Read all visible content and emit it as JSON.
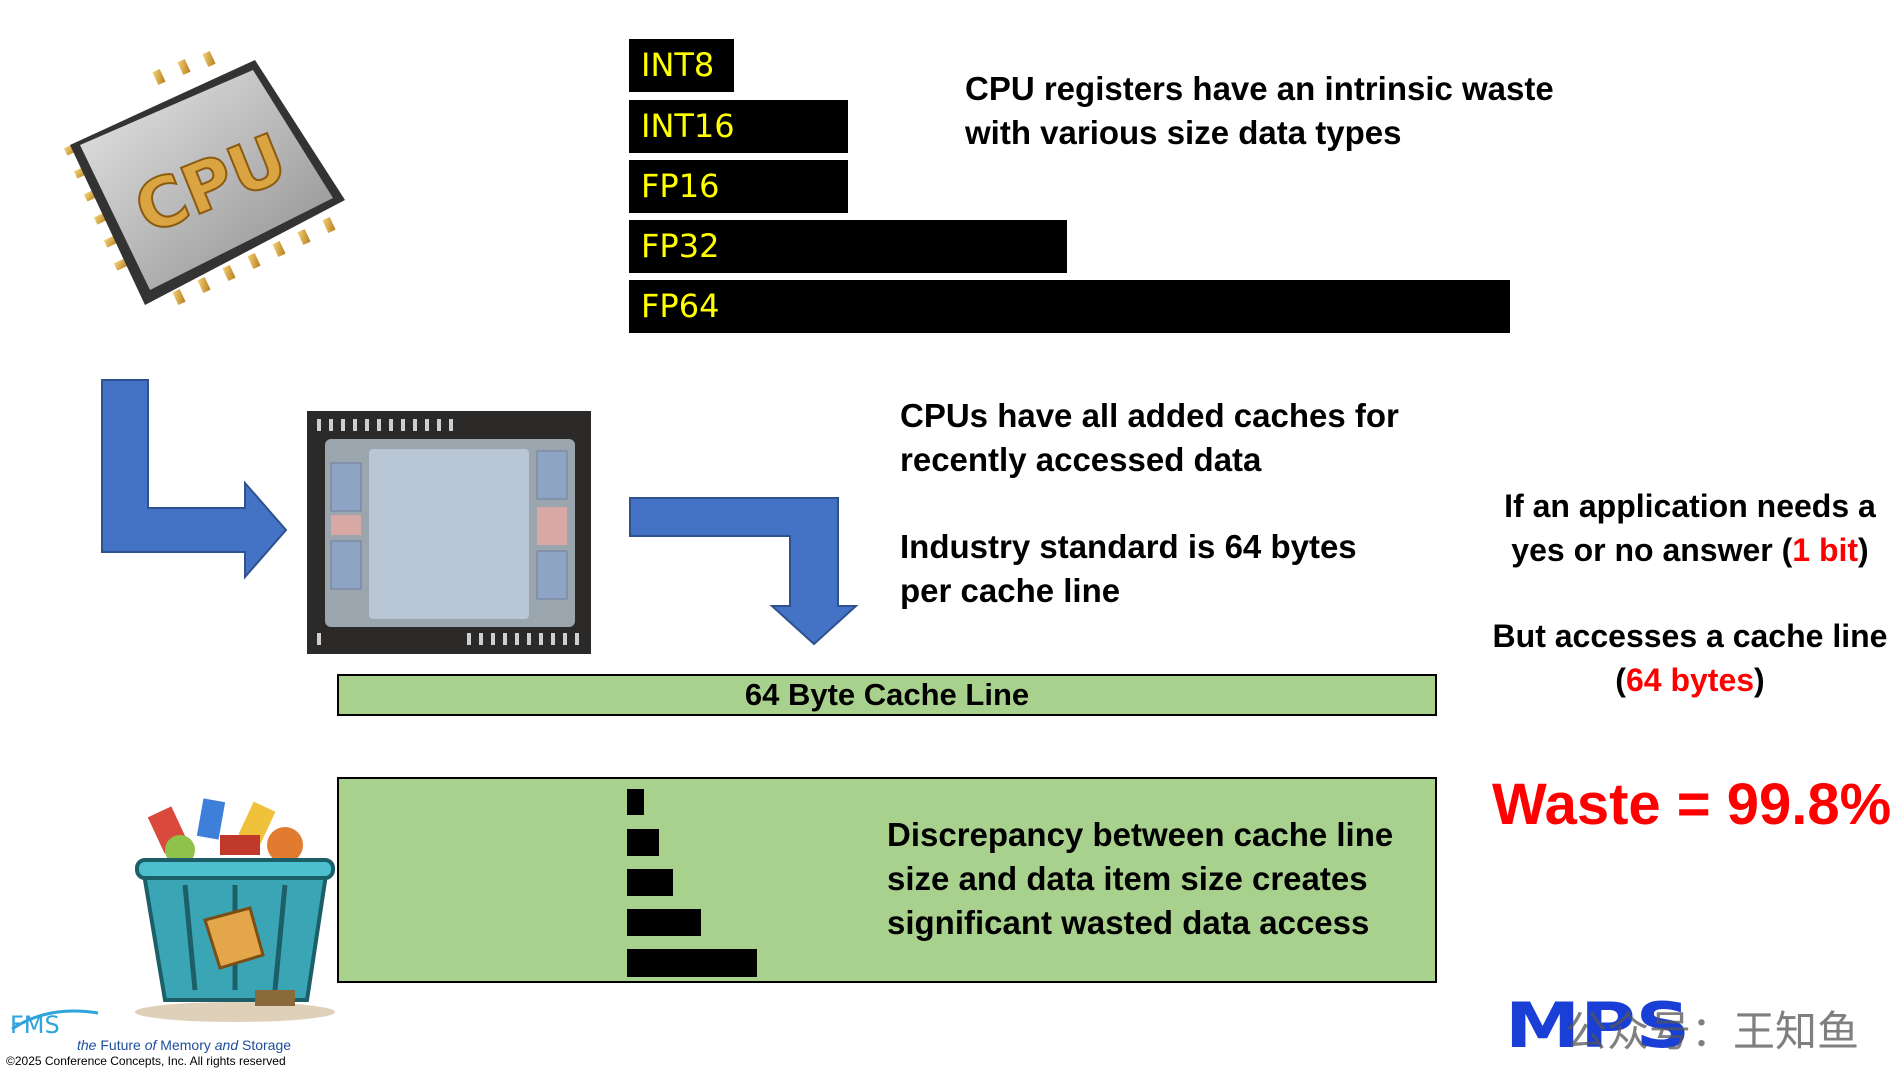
{
  "colors": {
    "bar": "#000000",
    "bar_label": "#ffff00",
    "cache_green": "#a9d18e",
    "arrow_blue": "#4472c4",
    "highlight_red": "#ff0000"
  },
  "data_types": [
    {
      "label": "INT8"
    },
    {
      "label": "INT16"
    },
    {
      "label": "FP16"
    },
    {
      "label": "FP32"
    },
    {
      "label": "FP64"
    }
  ],
  "text": {
    "registers_line1": "CPU registers have an intrinsic waste",
    "registers_line2": "with various size data types",
    "caches_line1": "CPUs have all added caches for",
    "caches_line2": "recently accessed data",
    "standard_line1": "Industry standard is 64 bytes",
    "standard_line2": "per cache line",
    "cache_line_label": "64 Byte Cache Line",
    "discrepancy_line1": "Discrepancy between cache line",
    "discrepancy_line2": "size and data item size creates",
    "discrepancy_line3": "significant wasted data access",
    "app_line1": "If an application needs a",
    "app_line2_pre": "yes or no answer (",
    "app_line2_red": "1 bit",
    "app_line2_post": ")",
    "access_line1": "But accesses a cache line",
    "access_line2_pre": "(",
    "access_line2_red": "64 bytes",
    "access_line2_post": ")",
    "waste": "Waste = 99.8%"
  },
  "images": {
    "cpu_chip_label": "CPU"
  },
  "footer": {
    "fms_logo": "FMS",
    "fms_tagline_a": "the ",
    "fms_tagline_b": "Future",
    "fms_tagline_c": " of ",
    "fms_tagline_d": "Memory",
    "fms_tagline_e": " and ",
    "fms_tagline_f": "Storage",
    "copyright": "©2025 Conference Concepts, Inc.  All rights reserved",
    "sponsor_logo": "MPS",
    "watermark": "公众号：王知鱼"
  }
}
